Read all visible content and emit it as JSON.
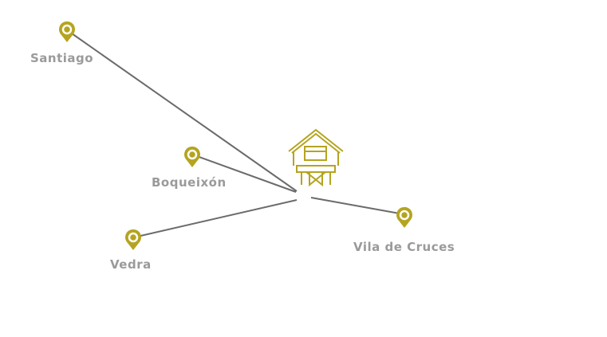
{
  "colors": {
    "pin": "#b5a420",
    "line": "#6b6b6b",
    "label": "#9a9a9a"
  },
  "center": {
    "icon": "raised-granary-house-icon"
  },
  "places": [
    {
      "name": "Santiago"
    },
    {
      "name": "Boqueixón"
    },
    {
      "name": "Vedra"
    },
    {
      "name": "Vila de Cruces"
    }
  ]
}
